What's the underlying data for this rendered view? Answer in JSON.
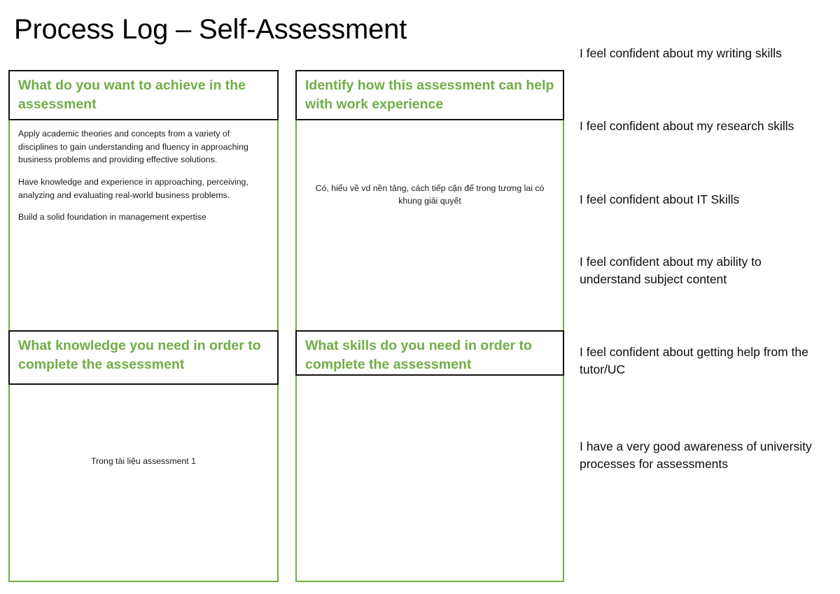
{
  "page": {
    "title": "Process Log – Self-Assessment",
    "accent_green": "#70AD47",
    "border_black": "#111111"
  },
  "boxes": [
    {
      "id": "achieve",
      "header": "What do you want to achieve in the assessment",
      "paragraphs": [
        "Apply academic theories and concepts from a variety of disciplines to gain understanding and fluency in approaching business problems and providing effective solutions.",
        "Have knowledge and experience in approaching, perceiving, analyzing and evaluating real-world business problems.",
        "Build a solid foundation in management expertise"
      ],
      "centered_text": ""
    },
    {
      "id": "workexp",
      "header": "Identify how this assessment can help with work experience",
      "paragraphs": [],
      "centered_text": "Có, hiểu về vd nền tảng, cách tiếp cận để trong tương lai có khung giải quyết"
    },
    {
      "id": "knowledge",
      "header": "What knowledge you need in order to complete the assessment",
      "paragraphs": [],
      "centered_text": "Trong tài liệu assessment 1"
    },
    {
      "id": "skills",
      "header": "What skills do you need in order to complete the assessment",
      "paragraphs": [],
      "centered_text": ""
    }
  ],
  "statements": [
    "I feel confident about my writing skills",
    "I feel confident about my research skills",
    "I feel confident about IT Skills",
    "I feel confident about my ability to understand subject content",
    "I feel confident about getting help from the tutor/UC",
    "I have a very good awareness of university processes for assessments"
  ]
}
